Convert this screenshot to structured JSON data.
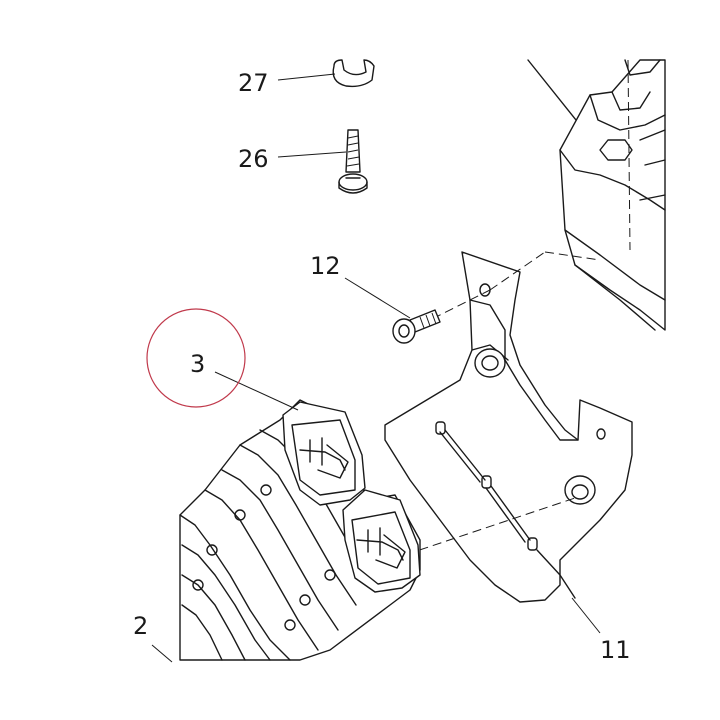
{
  "callouts": {
    "part_27": "27",
    "part_26": "26",
    "part_12": "12",
    "part_3": "3",
    "part_2": "2",
    "part_11": "11"
  },
  "highlight_color": "#c0394b",
  "line_color": "#1a1a1a"
}
